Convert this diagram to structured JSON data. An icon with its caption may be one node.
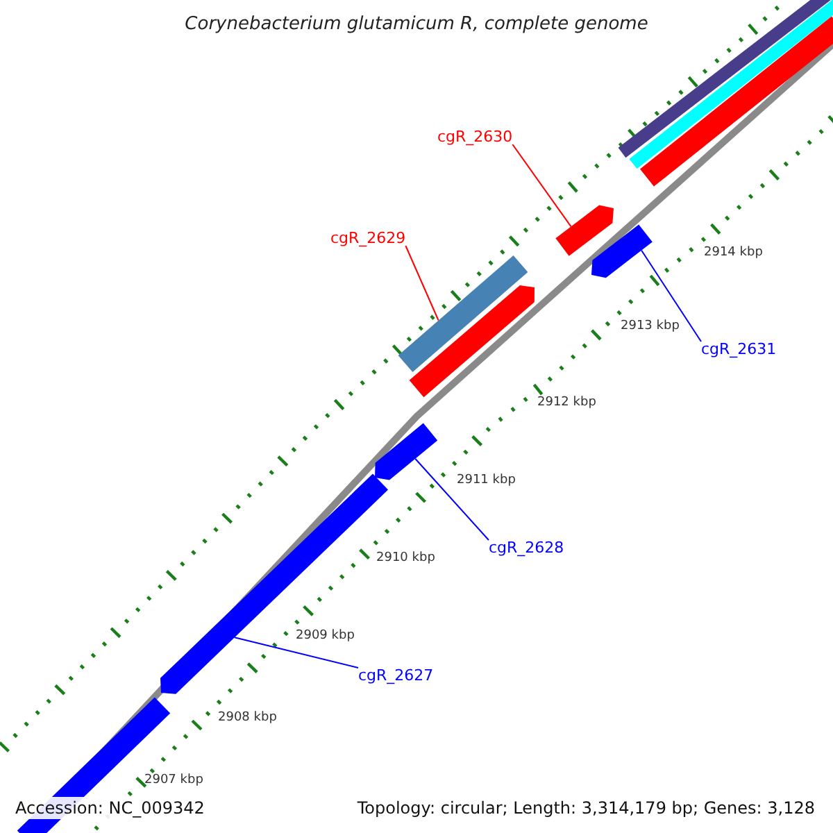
{
  "diagram": {
    "title": "Corynebacterium glutamicum R, complete genome",
    "nodes": [
      {
        "text": [
          "cgR_2630"
        ]
      },
      {
        "text": [],
        "shape": "arrow"
      },
      {
        "text": [
          "cgR_2629"
        ]
      },
      {
        "text": [],
        "shape": "bar"
      },
      {
        "text": [],
        "shape": "arrow"
      },
      {
        "text": [
          "cgR_2631"
        ]
      },
      {
        "text": [
          "cgR_2628"
        ]
      },
      {
        "text": [],
        "shape": "arrow"
      },
      {
        "text": [],
        "shape": "arrow"
      },
      {
        "text": [
          "cgR_2627"
        ]
      }
    ],
    "edges": [
      {
        "from": 0,
        "to": 1,
        "arrow": "none",
        "color": "#ff0000"
      },
      {
        "from": 2,
        "to": 3,
        "arrow": "none",
        "color": "#ff0000"
      },
      {
        "from": 5,
        "to": 4,
        "arrow": "none"
      },
      {
        "from": 6,
        "to": 7,
        "arrow": "none"
      },
      {
        "from": 9,
        "to": 8,
        "arrow": "none"
      }
    ],
    "labels": [
      "2914 kbp",
      "2913 kbp",
      "2912 kbp",
      "2911 kbp",
      "2910 kbp",
      "2909 kbp",
      "2908 kbp",
      "2907 kbp",
      "Accession: NC_009342",
      "Topology: circular; Length: 3,314,179 bp; Genes: 3,128"
    ]
  }
}
